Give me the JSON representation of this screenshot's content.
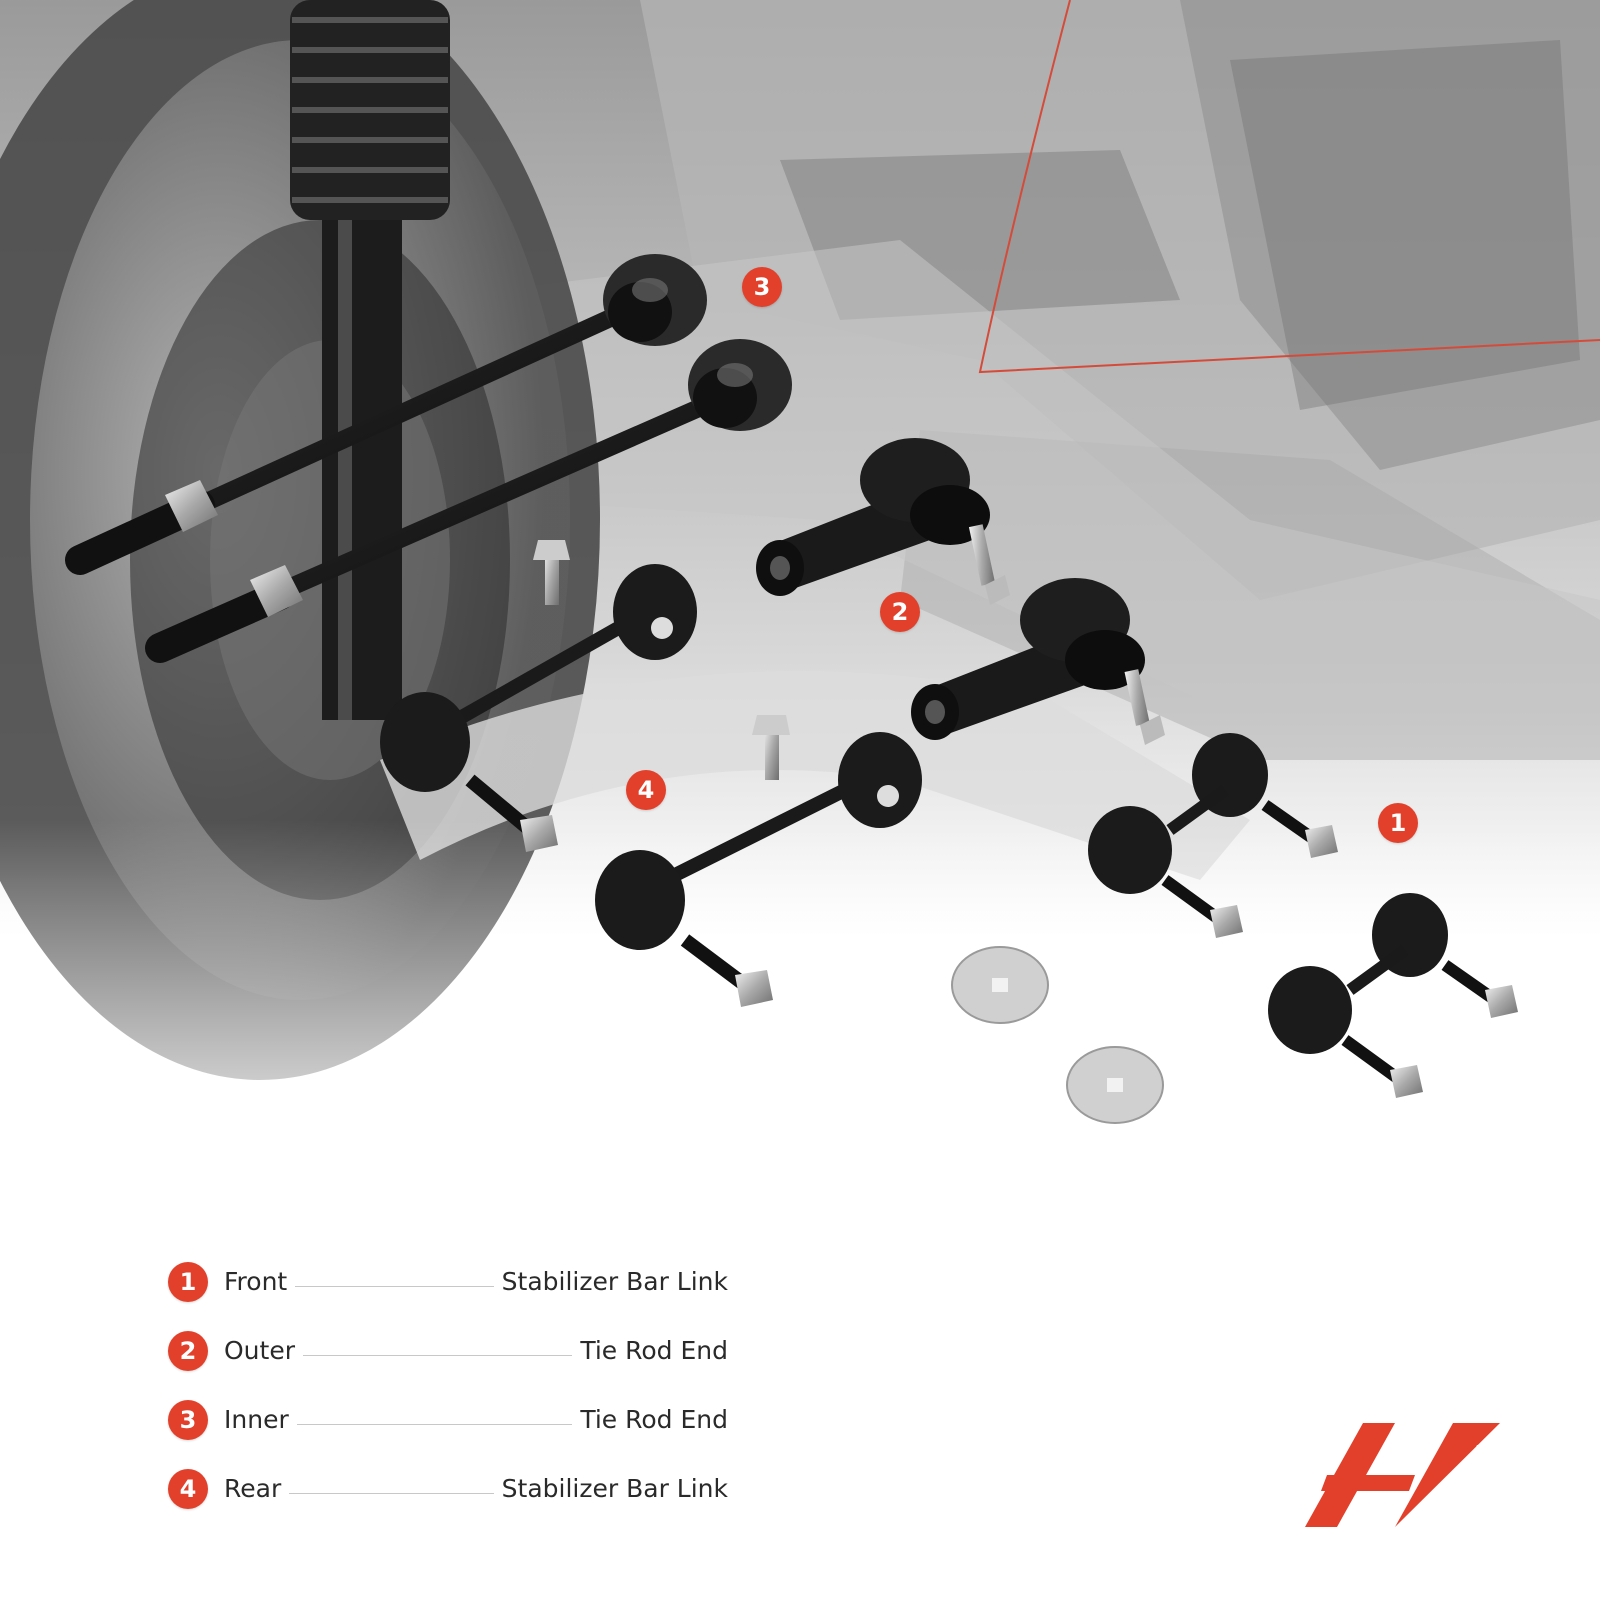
{
  "colors": {
    "accent": "#e2402b",
    "text": "#2a2a2a",
    "divider": "#c8c8c8"
  },
  "badges": [
    "1",
    "2",
    "3",
    "4"
  ],
  "legend": [
    {
      "num": "1",
      "left": "Front",
      "right": "Stabilizer Bar Link"
    },
    {
      "num": "2",
      "left": "Outer",
      "right": "Tie Rod End"
    },
    {
      "num": "3",
      "left": "Inner",
      "right": "Tie Rod End"
    },
    {
      "num": "4",
      "left": "Rear",
      "right": "Stabilizer Bar Link"
    }
  ],
  "logo": {
    "icon": "a-premium-logo-icon",
    "color": "#e2402b"
  },
  "photo": {
    "subject": "suspension-parts-photo"
  }
}
